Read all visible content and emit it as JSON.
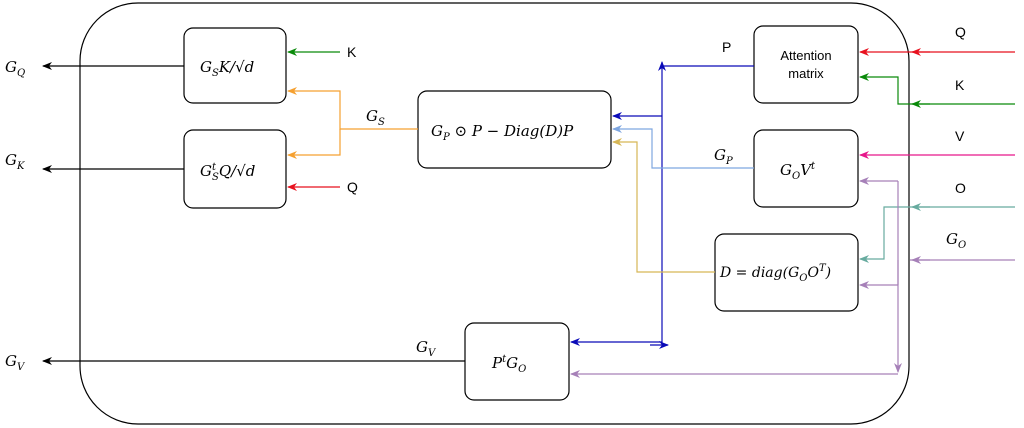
{
  "diagram": {
    "boxes": {
      "gq_box": {
        "main": "G",
        "sub": "S",
        "rest": "K/√d"
      },
      "gk_box": {
        "main": "G",
        "sup": "t",
        "sub": "S",
        "rest": "Q/√d"
      },
      "gs_box": {
        "text": "G",
        "sub": "P",
        "rest": " ⊙ P − Diag(D)P"
      },
      "attention_box": {
        "line1": "Attention",
        "line2": "matrix"
      },
      "gp_box": {
        "main": "G",
        "sub": "O",
        "rest": "V",
        "sup": "t"
      },
      "d_box": {
        "pre": "D = diag(G",
        "sub": "O",
        "mid": "O",
        "sup": "T",
        "post": ")"
      },
      "gv_box": {
        "main": "P",
        "sup": "t",
        "rest": "G",
        "sub": "O"
      }
    },
    "outputs": {
      "gq": {
        "main": "G",
        "sub": "Q"
      },
      "gk": {
        "main": "G",
        "sub": "K"
      },
      "gv": {
        "main": "G",
        "sub": "V"
      }
    },
    "inputs": {
      "q_top": "Q",
      "k_top": "K",
      "v": "V",
      "o": "O",
      "go": {
        "main": "G",
        "sub": "O"
      },
      "k_left": "K",
      "q_left": "Q"
    },
    "edge_labels": {
      "gs": {
        "main": "G",
        "sub": "S"
      },
      "gp": {
        "main": "G",
        "sub": "P"
      },
      "gv": {
        "main": "G",
        "sub": "V"
      },
      "p": "P"
    },
    "colors": {
      "red": "#e8121f",
      "green": "#0a8a0a",
      "magenta": "#e6168a",
      "teal": "#67ab9f",
      "purple": "#a680b8",
      "blue": "#0a0ab8",
      "orange": "#f5a030",
      "lightblue": "#7ea6e0",
      "tan": "#d6b656",
      "black": "#000000"
    }
  }
}
